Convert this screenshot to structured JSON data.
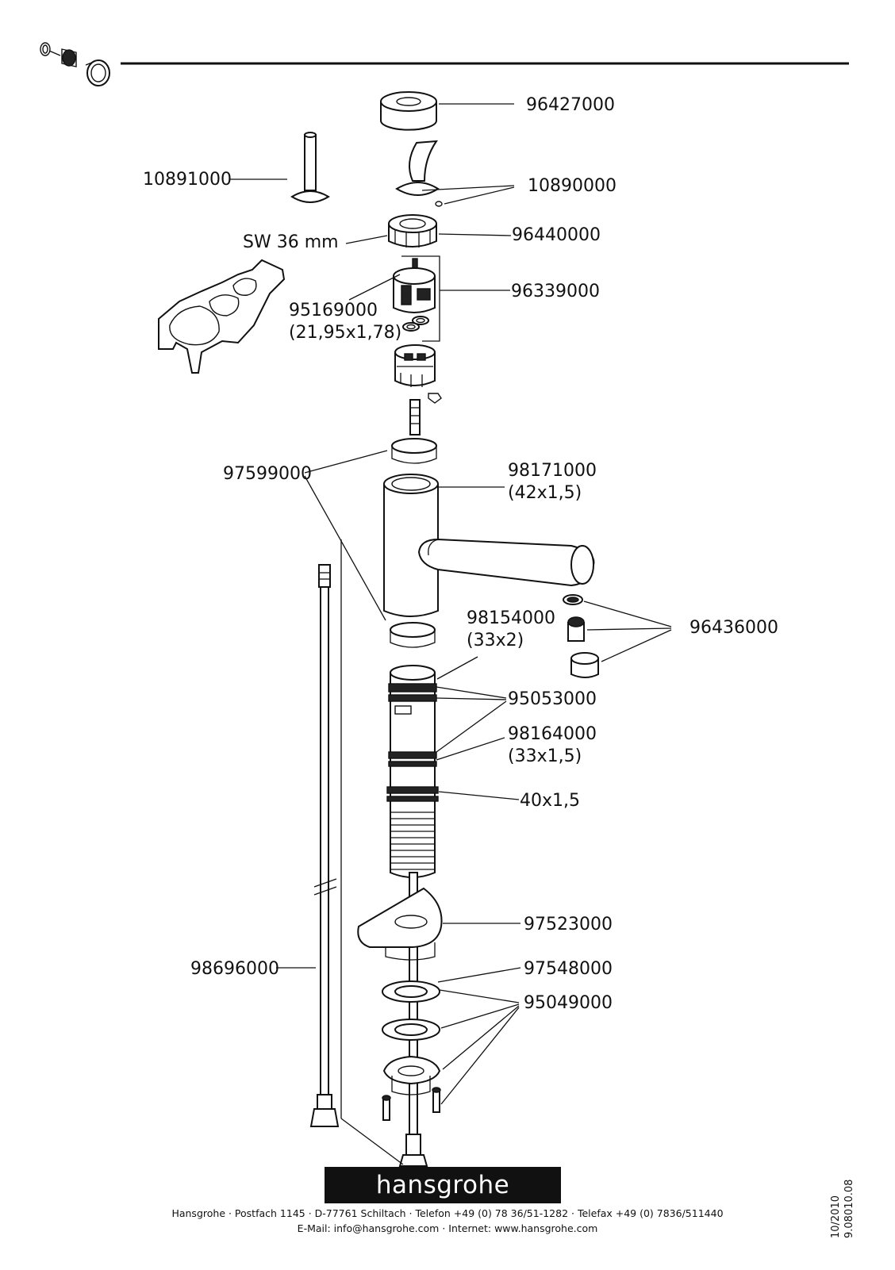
{
  "brand": "hansgrohe",
  "labels": {
    "p96427000": "96427000",
    "p10891000": "10891000",
    "p10890000": "10890000",
    "sw36": "SW 36 mm",
    "p96440000": "96440000",
    "p96339000": "96339000",
    "p95169000": "95169000",
    "p95169000_dim": "(21,95x1,78)",
    "p97599000": "97599000",
    "p98171000": "98171000",
    "p98171000_dim": "(42x1,5)",
    "p98154000": "98154000",
    "p98154000_dim": "(33x2)",
    "p96436000": "96436000",
    "p95053000": "95053000",
    "p98164000": "98164000",
    "p98164000_dim": "(33x1,5)",
    "oring40": "40x1,5",
    "p97523000": "97523000",
    "p98696000": "98696000",
    "p97548000": "97548000",
    "p95049000": "95049000"
  },
  "footer": {
    "address": "Hansgrohe · Postfach 1145 · D-77761 Schiltach · Telefon +49 (0)  78 36/51-1282 · Telefax +49 (0)  7836/511440",
    "contact": "E-Mail: info@hansgrohe.com · Internet: www.hansgrohe.com"
  },
  "side": {
    "date": "10/2010",
    "doc_number": "9.08010.08"
  },
  "icons": [
    "aerator-icon"
  ]
}
